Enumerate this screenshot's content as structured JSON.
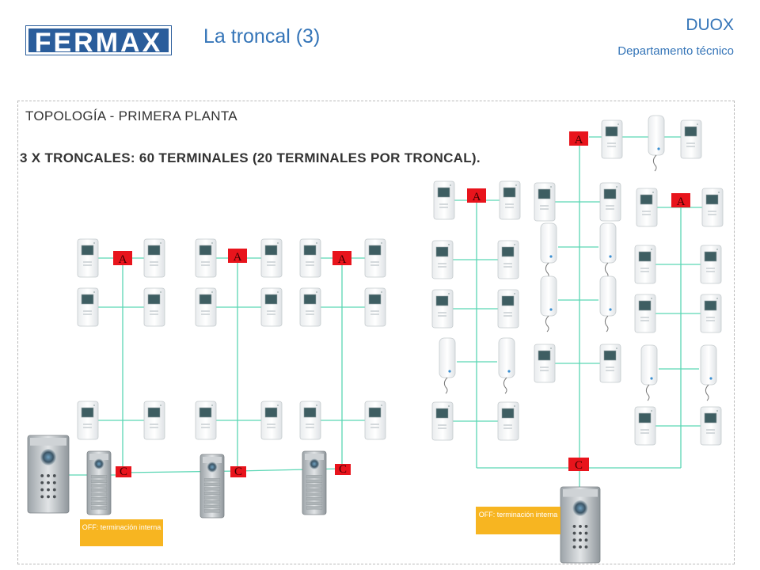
{
  "header": {
    "logo_text": "FERMAX",
    "title": "La troncal (3)",
    "brand": "DUOX",
    "department": "Departamento técnico"
  },
  "content": {
    "subtitle": "TOPOLOGÍA - PRIMERA PLANTA",
    "heading": "3 X TRONCALES: 60 TERMINALES (20 TERMINALES POR TRONCAL)."
  },
  "diagram": {
    "amplifier_label": "A",
    "connector_label": "C",
    "note_off": "OFF: terminación interna",
    "colors": {
      "line": "#5ad6b4",
      "box": "#e8141c",
      "note": "#f7b521",
      "accent": "#3575b8"
    }
  }
}
